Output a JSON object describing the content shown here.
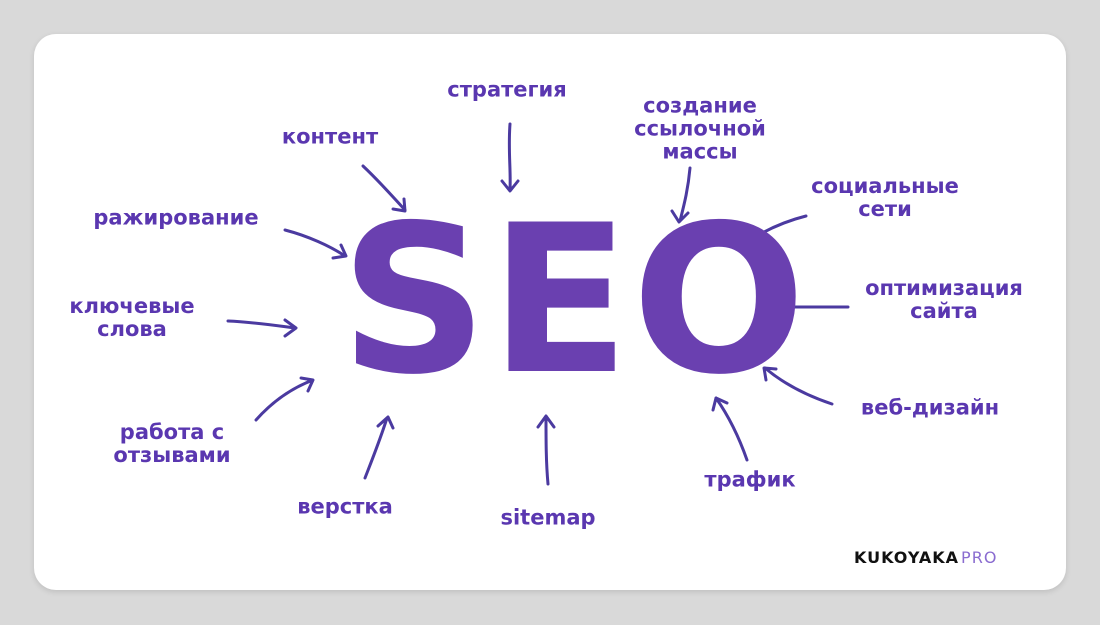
{
  "center": "SEO",
  "labels": {
    "strategy": "стратегия",
    "content": "контент",
    "link_building": "создание\nссылочной\nмассы",
    "social": "социальные\nсети",
    "ranking": "ражирование",
    "site_optimization": "оптимизация\nсайта",
    "keywords": "ключевые\nслова",
    "reviews": "работа с\nотзывами",
    "web_design": "веб-дизайн",
    "layout": "верстка",
    "sitemap": "sitemap",
    "traffic": "трафик"
  },
  "brand": {
    "name": "KUKOYAKA",
    "suffix": "PRO"
  },
  "colors": {
    "accent": "#6a40b0",
    "label": "#5a37b0",
    "arrow": "#4b3aa0"
  }
}
